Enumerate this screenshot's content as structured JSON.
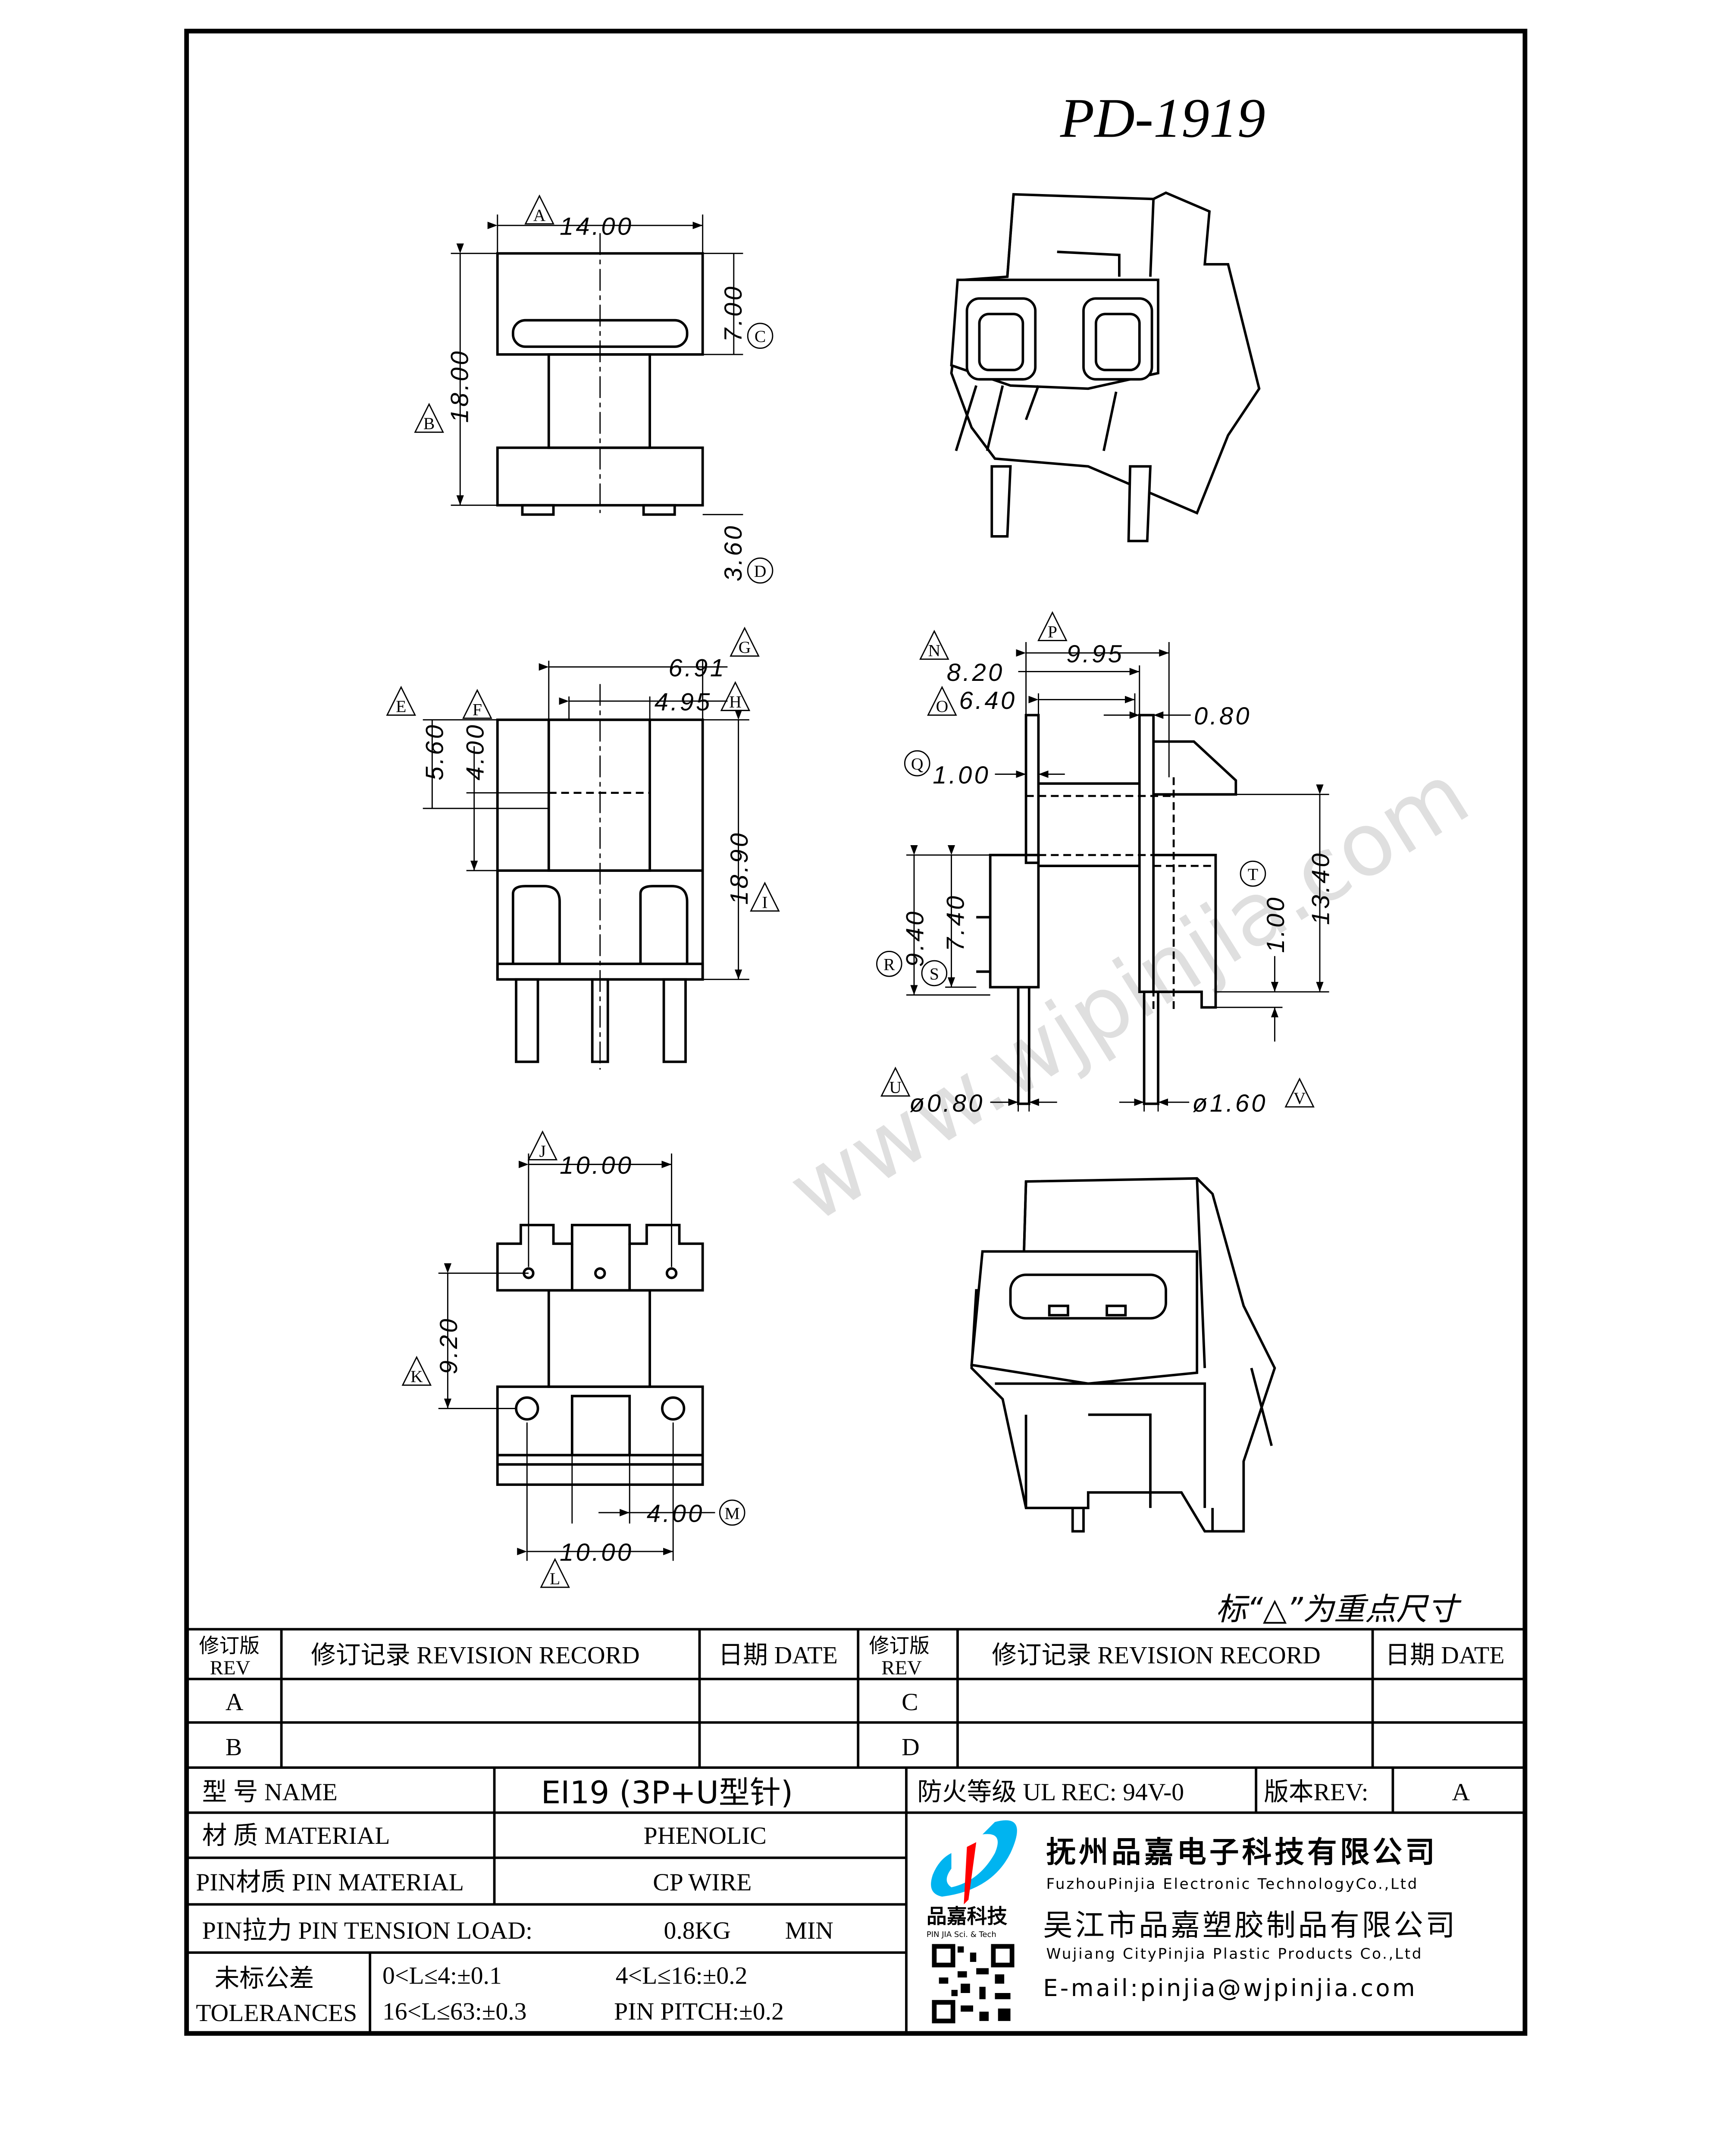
{
  "drawing": {
    "title": "PD-1919",
    "note": "标“△”为重点尺寸",
    "watermark": "www.wjpinjia.com",
    "top_view": {
      "d_14": "14.00",
      "d_7": "7.00",
      "d_18": "18.00",
      "d_3_6": "3.60",
      "tags": {
        "a": "A",
        "b": "B",
        "c": "C",
        "d": "D"
      }
    },
    "front_view": {
      "d_6_91": "6.91",
      "d_4_95": "4.95",
      "d_5_60": "5.60",
      "d_4_00": "4.00",
      "d_18_90": "18.90",
      "tags": {
        "e": "E",
        "f": "F",
        "g": "G",
        "h": "H",
        "i": "I"
      }
    },
    "side_view": {
      "d_9_95": "9.95",
      "d_8_20": "8.20",
      "d_6_40": "6.40",
      "d_0_80": "0.80",
      "d_1_00_q": "1.00",
      "d_9_40": "9.40",
      "d_7_40": "7.40",
      "d_1_00_t": "1.00",
      "d_13_40": "13.40",
      "d_pin_small": "ø0.80",
      "d_pin_large": "ø1.60",
      "tags": {
        "n": "N",
        "o": "O",
        "p": "P",
        "q": "Q",
        "r": "R",
        "s": "S",
        "t": "T",
        "u": "U",
        "v": "V"
      }
    },
    "bottom_view": {
      "d_10_top": "10.00",
      "d_9_20": "9.20",
      "d_4_00": "4.00",
      "d_10_bot": "10.00",
      "tags": {
        "j": "J",
        "k": "K",
        "l": "L",
        "m": "M"
      }
    }
  },
  "revision_table": {
    "headers": {
      "rev": "修订版",
      "rev_en": "REV",
      "record": "修订记录 REVISION RECORD",
      "date": "日期 DATE"
    },
    "rows": [
      {
        "left": "A",
        "right": "C"
      },
      {
        "left": "B",
        "right": "D"
      }
    ]
  },
  "title_block": {
    "name_label": "型 号 NAME",
    "name_value": "EI19 (3P+U型针)",
    "ul_label": "防火等级 UL REC: 94V-0",
    "rev_label": "版本REV:",
    "rev_value": "A",
    "material_label": "材 质 MATERIAL",
    "material_value": "PHENOLIC",
    "pin_material_label": "PIN材质 PIN MATERIAL",
    "pin_material_value": "CP WIRE",
    "tension_label": "PIN拉力 PIN TENSION LOAD:",
    "tension_value": "0.8KG",
    "tension_unit": "MIN",
    "tolerance_label": "未标公差",
    "tolerance_label_en": "TOLERANCES",
    "tolerances": [
      "0<L≤4:±0.1",
      "4<L≤16:±0.2",
      "16<L≤63:±0.3",
      "PIN PITCH:±0.2"
    ]
  },
  "company": {
    "logo_text": "品嘉科技",
    "logo_sub": "PIN JIA Sci. & Tech",
    "name1_cn": "抚州品嘉电子科技有限公司",
    "name1_en": "FuzhouPinjia Electronic TechnologyCo.,Ltd",
    "name2_cn": "吴江市品嘉塑胶制品有限公司",
    "name2_en": "Wujiang CityPinjia  Plastic Products Co.,Ltd",
    "email": "E-mail:pinjia@wjpinjia.com",
    "colors": {
      "logo_blue": "#00b4f0",
      "logo_red": "#ff0000"
    }
  }
}
